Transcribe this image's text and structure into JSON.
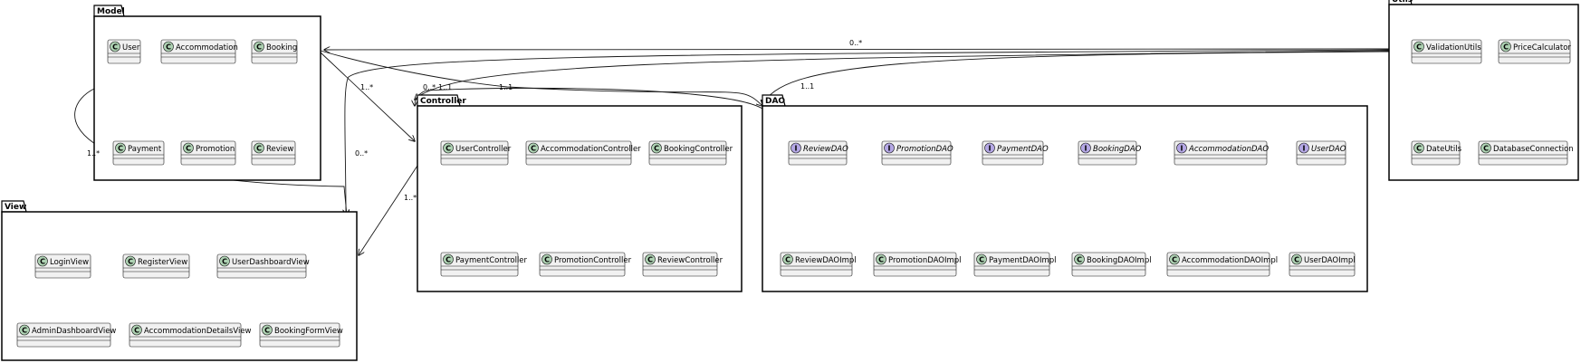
{
  "packages": [
    {
      "id": "model",
      "name": "Model",
      "classes": [
        {
          "name": "User",
          "kind": "C"
        },
        {
          "name": "Accommodation",
          "kind": "C"
        },
        {
          "name": "Booking",
          "kind": "C"
        },
        {
          "name": "Payment",
          "kind": "C"
        },
        {
          "name": "Promotion",
          "kind": "C"
        },
        {
          "name": "Review",
          "kind": "C"
        }
      ]
    },
    {
      "id": "view",
      "name": "View",
      "classes": [
        {
          "name": "LoginView",
          "kind": "C"
        },
        {
          "name": "RegisterView",
          "kind": "C"
        },
        {
          "name": "UserDashboardView",
          "kind": "C"
        },
        {
          "name": "AdminDashboardView",
          "kind": "C"
        },
        {
          "name": "AccommodationDetailsView",
          "kind": "C"
        },
        {
          "name": "BookingFormView",
          "kind": "C"
        }
      ]
    },
    {
      "id": "controller",
      "name": "Controller",
      "classes": [
        {
          "name": "UserController",
          "kind": "C"
        },
        {
          "name": "AccommodationController",
          "kind": "C"
        },
        {
          "name": "BookingController",
          "kind": "C"
        },
        {
          "name": "PaymentController",
          "kind": "C"
        },
        {
          "name": "PromotionController",
          "kind": "C"
        },
        {
          "name": "ReviewController",
          "kind": "C"
        }
      ]
    },
    {
      "id": "dao",
      "name": "DAO",
      "classes": [
        {
          "name": "ReviewDAO",
          "kind": "I"
        },
        {
          "name": "PromotionDAO",
          "kind": "I"
        },
        {
          "name": "PaymentDAO",
          "kind": "I"
        },
        {
          "name": "BookingDAO",
          "kind": "I"
        },
        {
          "name": "AccommodationDAO",
          "kind": "I"
        },
        {
          "name": "UserDAO",
          "kind": "I"
        },
        {
          "name": "ReviewDAOImpl",
          "kind": "C"
        },
        {
          "name": "PromotionDAOImpl",
          "kind": "C"
        },
        {
          "name": "PaymentDAOImpl",
          "kind": "C"
        },
        {
          "name": "BookingDAOImpl",
          "kind": "C"
        },
        {
          "name": "AccommodationDAOImpl",
          "kind": "C"
        },
        {
          "name": "UserDAOImpl",
          "kind": "C"
        }
      ]
    },
    {
      "id": "utils",
      "name": "Utils",
      "classes": [
        {
          "name": "ValidationUtils",
          "kind": "C"
        },
        {
          "name": "PriceCalculator",
          "kind": "C"
        },
        {
          "name": "DateUtils",
          "kind": "C"
        },
        {
          "name": "DatabaseConnection",
          "kind": "C"
        }
      ]
    }
  ],
  "realizations": [
    {
      "from": "ReviewDAOImpl",
      "to": "ReviewDAO"
    },
    {
      "from": "PromotionDAOImpl",
      "to": "PromotionDAO"
    },
    {
      "from": "PaymentDAOImpl",
      "to": "PaymentDAO"
    },
    {
      "from": "BookingDAOImpl",
      "to": "BookingDAO"
    },
    {
      "from": "AccommodationDAOImpl",
      "to": "AccommodationDAO"
    },
    {
      "from": "UserDAOImpl",
      "to": "UserDAO"
    }
  ],
  "associations": [
    {
      "from": "Utils",
      "to": "Model",
      "multiplicity": "0..*"
    },
    {
      "from": "Utils",
      "to": "View",
      "multiplicity": "0..*"
    },
    {
      "from": "Utils",
      "to": "Controller",
      "multiplicity": "0..*"
    },
    {
      "from": "Utils",
      "to": "DAO",
      "multiplicity": "1..1"
    },
    {
      "from": "Model",
      "to": "View",
      "multiplicity": "1..*"
    },
    {
      "from": "Model",
      "to": "Controller",
      "multiplicity": "1..*"
    },
    {
      "from": "Model",
      "to": "DAO",
      "multiplicity": "1..1"
    },
    {
      "from": "DAO",
      "to": "Controller",
      "multiplicity": "1..1"
    },
    {
      "from": "Controller",
      "to": "View",
      "multiplicity": "1..*"
    }
  ]
}
